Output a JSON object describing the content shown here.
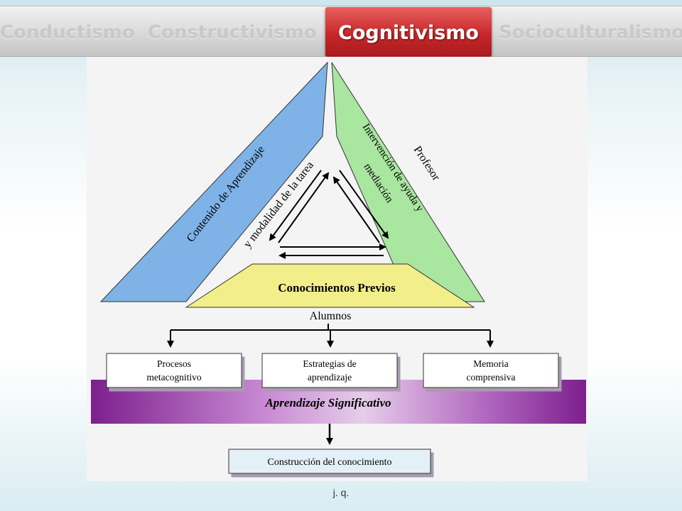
{
  "tabs": [
    {
      "label": "Conductismo"
    },
    {
      "label": "Constructivismo"
    },
    {
      "label": "Cognitivismo"
    },
    {
      "label": "Socioculturalismo"
    }
  ],
  "diagram": {
    "left_side_outer": "Contenido de Aprendizaje",
    "left_side_inner": "y modalidad de la tarea",
    "right_side_outer": "Profesor",
    "right_side_inner_1": "Intervención de ayuda y",
    "right_side_inner_2": "mediación",
    "base_label": "Conocimientos Previos",
    "under_base": "Alumnos",
    "boxes": [
      {
        "line1": "Procesos",
        "line2": "metacognitivo"
      },
      {
        "line1": "Estrategias de",
        "line2": "aprendizaje"
      },
      {
        "line1": "Memoria",
        "line2": "comprensiva"
      }
    ],
    "band_label": "Aprendizaje Significativo",
    "bottom_box": "Construcción del conocimiento"
  },
  "credit": "j. q.",
  "colors": {
    "active_tab": "#c8272a",
    "left_band": "#7fb3e8",
    "right_band": "#a9e6a0",
    "base_band": "#f2ee8a",
    "purple_band": "#8e2a9e"
  }
}
